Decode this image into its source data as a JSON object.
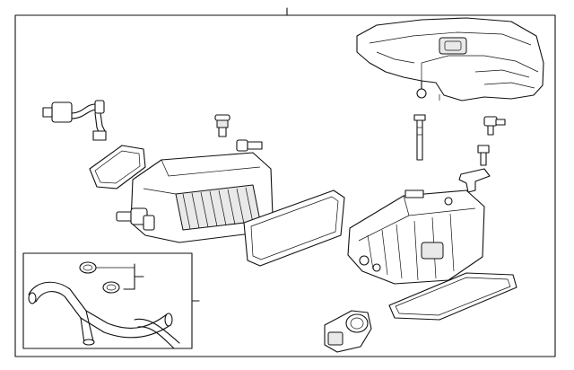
{
  "diagram": {
    "parts": [
      "engine-cover",
      "cover-bolt",
      "fitting",
      "fitting-bolt",
      "cap",
      "hose-assembly",
      "gasket-small",
      "grommet",
      "bolt",
      "intercooler",
      "gasket-large",
      "supercharger",
      "gasket-bottom",
      "throttle-body",
      "hose-kit"
    ]
  }
}
